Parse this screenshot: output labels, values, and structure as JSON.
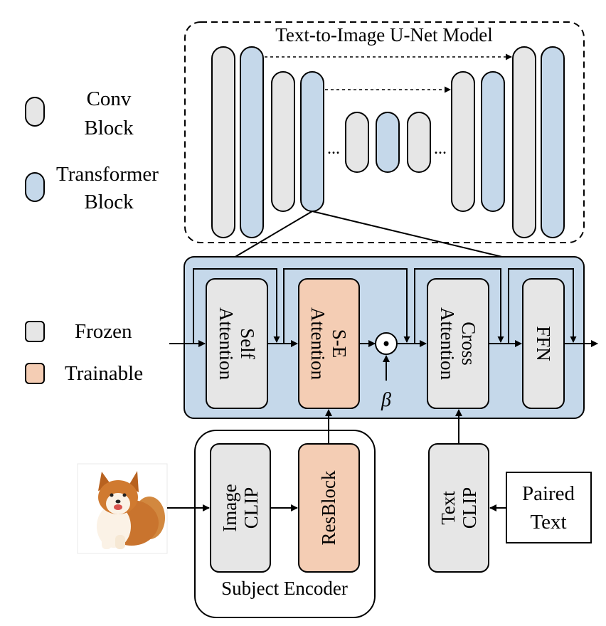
{
  "unet": {
    "title": "Text-to-Image U-Net Model",
    "ellipsis_left": "...",
    "ellipsis_right": "..."
  },
  "legend": {
    "conv_line1": "Conv",
    "conv_line2": "Block",
    "transformer_line1": "Transformer",
    "transformer_line2": "Block",
    "frozen": "Frozen",
    "trainable": "Trainable"
  },
  "transformer_block": {
    "self_attention": [
      "Self",
      "Attention"
    ],
    "se_attention": [
      "S-E",
      "Attention"
    ],
    "cross_attention": [
      "Cross",
      "Attention"
    ],
    "ffn": "FFN",
    "beta": "β"
  },
  "encoder": {
    "title": "Subject Encoder",
    "image_clip": [
      "Image",
      "CLIP"
    ],
    "resblock": "ResBlock"
  },
  "text_branch": {
    "text_clip": [
      "Text",
      "CLIP"
    ],
    "paired_text": [
      "Paired",
      "Text"
    ]
  },
  "colors": {
    "frozen": "#e6e6e6",
    "trainable": "#f4cdb4",
    "transformer": "#c5d8ea",
    "stroke": "#000000"
  },
  "input_image": {
    "subject": "dog-photo"
  }
}
